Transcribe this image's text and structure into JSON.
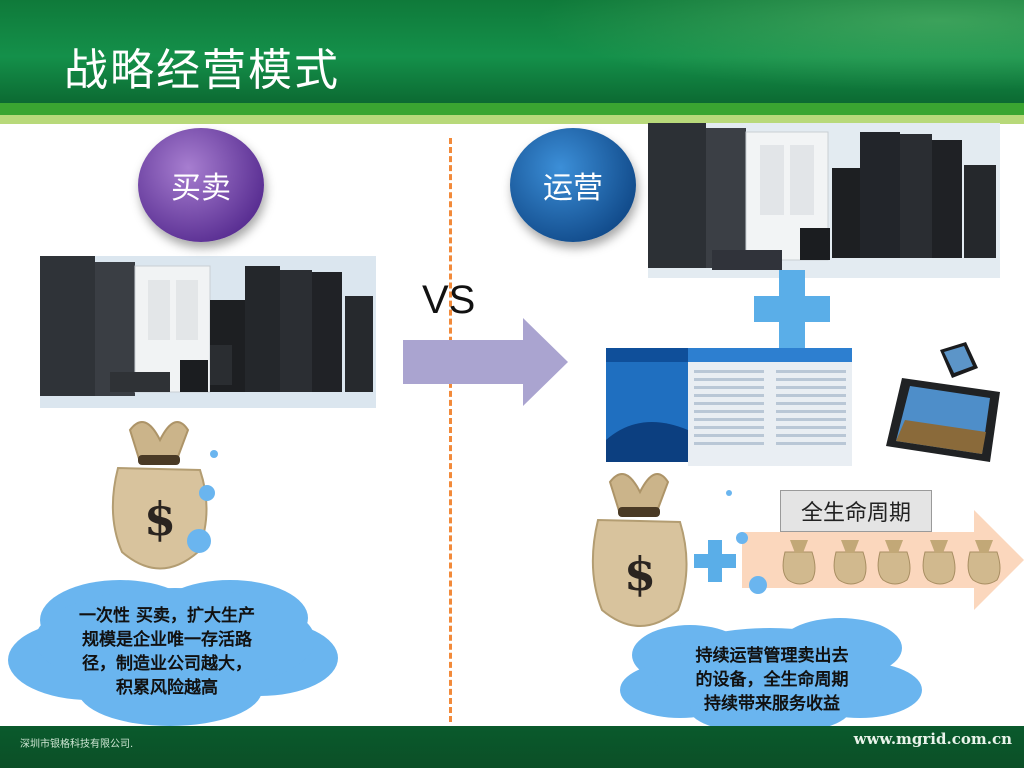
{
  "slide": {
    "title": "战略经营模式",
    "left_badge": "买卖",
    "right_badge": "运营",
    "vs": "VS",
    "lifecycle_label": "全生命周期",
    "left_caption_lines": [
      "一次性 买卖，扩大生产",
      "规模是企业唯一存活路",
      "径，制造业公司越大，",
      "积累风险越高"
    ],
    "right_caption_lines": [
      "持续运营管理卖出去",
      "的设备，全生命周期",
      "持续带来服务收益"
    ],
    "footer_left": "深圳市银格科技有限公司.",
    "footer_right": "www.mgrid.com.cn"
  },
  "colors": {
    "header_green": "#14904a",
    "stripe_green": "#3aa531",
    "stripe_light": "#b8d97a",
    "purple_badge": "#5a2f93",
    "blue_badge": "#124c8c",
    "divider_orange": "#f28a3a",
    "arrow_lavender": "#aaa4d0",
    "plus_blue": "#5aaee8",
    "cloud_blue": "#6ab5ef",
    "lifecycle_arrow": "#fbd7bd"
  }
}
